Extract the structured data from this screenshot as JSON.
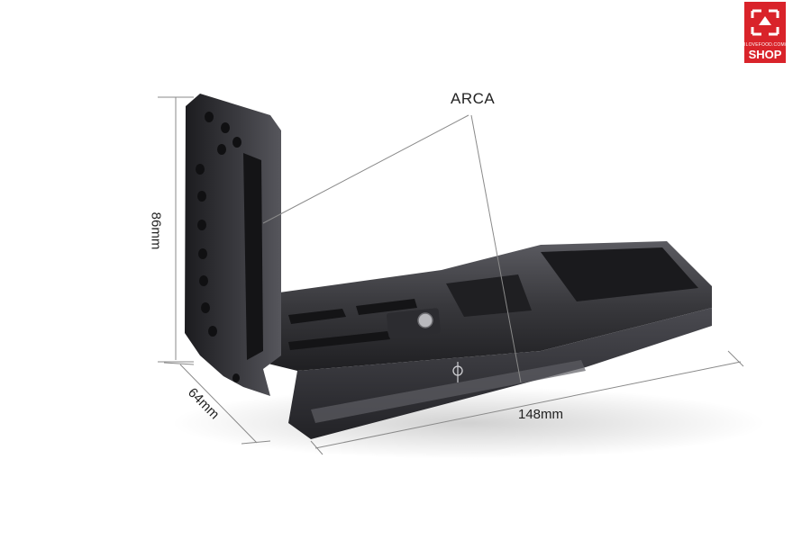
{
  "dimensions": {
    "height_label": "86mm",
    "depth_label": "64mm",
    "width_label": "148mm"
  },
  "callout_label": "ARCA",
  "logo": {
    "url_text": "ILOVEFOOD.COM/",
    "word": "SHOP",
    "color": "#d9232a"
  },
  "colors": {
    "background": "#ffffff",
    "bracket_body": "#2b2b2e",
    "bracket_highlight": "#5a5a60",
    "dimension_lines": "#8a8a8a"
  }
}
